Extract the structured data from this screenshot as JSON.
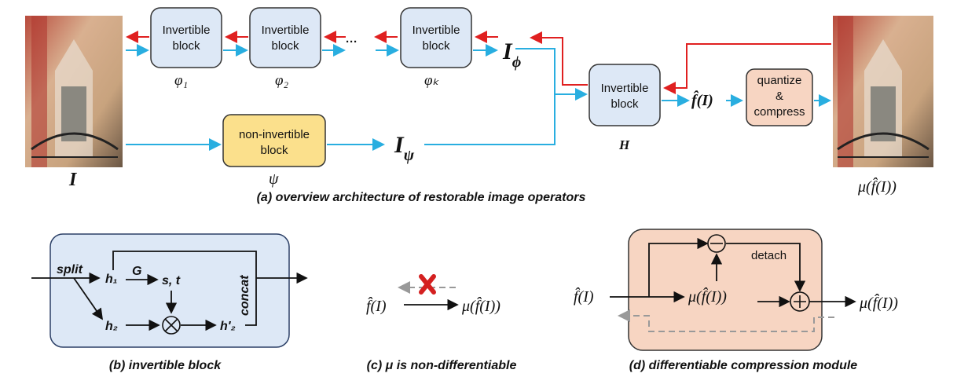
{
  "overview": {
    "block_label": "Invertible\nblock",
    "ellipsis": "···",
    "phi1": "φ₁",
    "phi2": "φ₂",
    "phik": "φₖ",
    "I_phi": "I",
    "I_phi_sub": "ϕ",
    "I_psi": "I",
    "I_psi_sub": "ψ",
    "noninv_label": "non-invertible\nblock",
    "psi": "ψ",
    "H_block_label": "Invertible\nblock",
    "H": "H",
    "fI": "f̂(I)",
    "quantize_label": "quantize\n&\ncompress",
    "input_label": "I",
    "output_label": "μ(f̂(I))",
    "caption": "(a) overview architecture of restorable image operators"
  },
  "invertible_block": {
    "split": "split",
    "h1": "h₁",
    "G": "G",
    "st": "s, t",
    "h2": "h₂",
    "otimes": "⊗",
    "h2p": "h'₂",
    "concat": "concat",
    "caption": "(b) invertible block"
  },
  "nondiff": {
    "fI": "f̂(I)",
    "mu": "μ(f̂(I))",
    "caption": "(c) μ  is non-differentiable"
  },
  "compression": {
    "fI": "f̂(I)",
    "mu_mid": "μ(f̂(I))",
    "mu_out": "μ(f̂(I))",
    "detach": "detach",
    "caption": "(d) differentiable compression module"
  },
  "colors": {
    "blue_arrow": "#29aee0",
    "red_arrow": "#e02020",
    "inv_fill": "#dde8f6",
    "noninv_fill": "#fbe08c",
    "quant_fill": "#f7d5c2",
    "cross": "#d42020"
  }
}
